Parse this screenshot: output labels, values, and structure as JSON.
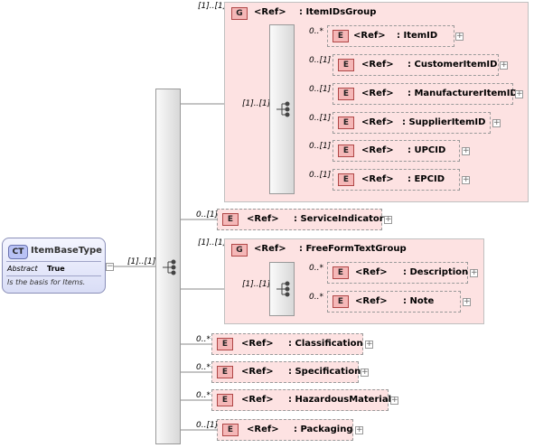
{
  "complex_type": {
    "badge": "CT",
    "name": "ItemBaseType",
    "attr_label": "Abstract",
    "attr_value": "True",
    "documentation": "Is the basis for Items."
  },
  "main_sequence": {
    "cardinality": "[1]..[1]"
  },
  "item_ids_group": {
    "cardinality": "[1]..[1]",
    "badge": "G",
    "ref": "<Ref>",
    "name": ": ItemIDsGroup",
    "sequence_cardinality": "[1]..[1]",
    "elements": [
      {
        "cardinality": "0..*",
        "badge": "E",
        "ref": "<Ref>",
        "name": ": ItemID"
      },
      {
        "cardinality": "0..[1]",
        "badge": "E",
        "ref": "<Ref>",
        "name": ": CustomerItemID"
      },
      {
        "cardinality": "0..[1]",
        "badge": "E",
        "ref": "<Ref>",
        "name": ": ManufacturerItemID"
      },
      {
        "cardinality": "0..[1]",
        "badge": "E",
        "ref": "<Ref>",
        "name": ": SupplierItemID"
      },
      {
        "cardinality": "0..[1]",
        "badge": "E",
        "ref": "<Ref>",
        "name": ": UPCID"
      },
      {
        "cardinality": "0..[1]",
        "badge": "E",
        "ref": "<Ref>",
        "name": ": EPCID"
      }
    ]
  },
  "service_indicator": {
    "cardinality": "0..[1]",
    "badge": "E",
    "ref": "<Ref>",
    "name": ": ServiceIndicator"
  },
  "free_form_group": {
    "cardinality": "[1]..[1]",
    "badge": "G",
    "ref": "<Ref>",
    "name": ": FreeFormTextGroup",
    "sequence_cardinality": "[1]..[1]",
    "elements": [
      {
        "cardinality": "0..*",
        "badge": "E",
        "ref": "<Ref>",
        "name": ": Description"
      },
      {
        "cardinality": "0..*",
        "badge": "E",
        "ref": "<Ref>",
        "name": ": Note"
      }
    ]
  },
  "bottom_elements": [
    {
      "cardinality": "0..*",
      "badge": "E",
      "ref": "<Ref>",
      "name": ": Classification"
    },
    {
      "cardinality": "0..*",
      "badge": "E",
      "ref": "<Ref>",
      "name": ": Specification"
    },
    {
      "cardinality": "0..*",
      "badge": "E",
      "ref": "<Ref>",
      "name": ": HazardousMaterial"
    },
    {
      "cardinality": "0..[1]",
      "badge": "E",
      "ref": "<Ref>",
      "name": ": Packaging"
    }
  ],
  "colors": {
    "element_fill": "#fde2e2",
    "badge_fill": "#f5b7b7",
    "ct_fill": "#d9ddf6"
  }
}
